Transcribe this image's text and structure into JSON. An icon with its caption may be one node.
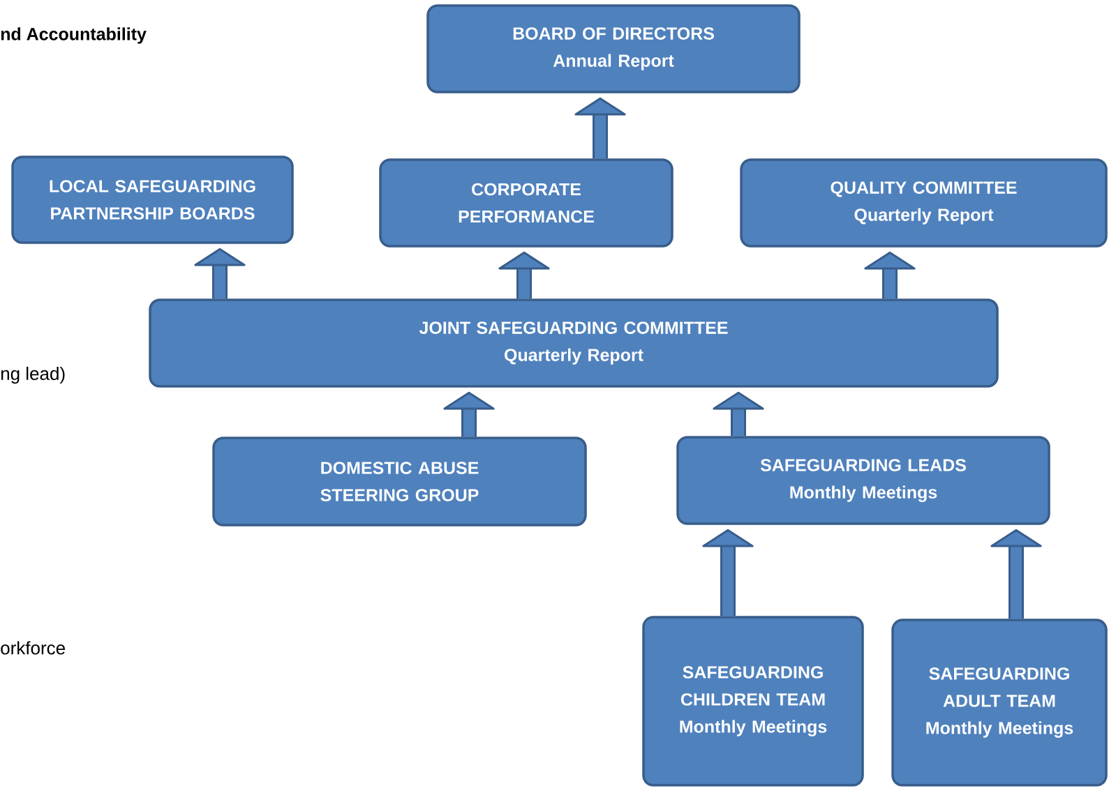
{
  "diagram": {
    "title": "nd Accountability",
    "nodes": [
      {
        "text": [
          "BOARD OF DIRECTORS",
          "Annual Report"
        ]
      },
      {
        "text": [
          "LOCAL SAFEGUARDING PARTNERSHIP BOARDS"
        ]
      },
      {
        "text": [
          "CORPORATE PERFORMANCE"
        ]
      },
      {
        "text": [
          "QUALITY COMMITTEE",
          "Quarterly Report"
        ]
      },
      {
        "text": [
          "JOINT SAFEGUARDING COMMITTEE",
          "Quarterly Report"
        ]
      },
      {
        "text": [
          "DOMESTIC ABUSE STEERING GROUP"
        ]
      },
      {
        "text": [
          "SAFEGUARDING LEADS",
          "Monthly Meetings"
        ]
      },
      {
        "text": [
          "SAFEGUARDING CHILDREN TEAM",
          "Monthly Meetings"
        ]
      },
      {
        "text": [
          "SAFEGUARDING ADULT TEAM",
          "Monthly Meetings"
        ]
      }
    ],
    "edges": [
      {
        "from": 2,
        "to": 0,
        "arrow": "to"
      },
      {
        "from": 4,
        "to": 1,
        "arrow": "to"
      },
      {
        "from": 4,
        "to": 2,
        "arrow": "to"
      },
      {
        "from": 4,
        "to": 3,
        "arrow": "to"
      },
      {
        "from": 5,
        "to": 4,
        "arrow": "to"
      },
      {
        "from": 6,
        "to": 4,
        "arrow": "to"
      },
      {
        "from": 7,
        "to": 6,
        "arrow": "to"
      },
      {
        "from": 8,
        "to": 6,
        "arrow": "to"
      }
    ],
    "labels": [
      "ng lead)",
      "orkforce"
    ]
  }
}
